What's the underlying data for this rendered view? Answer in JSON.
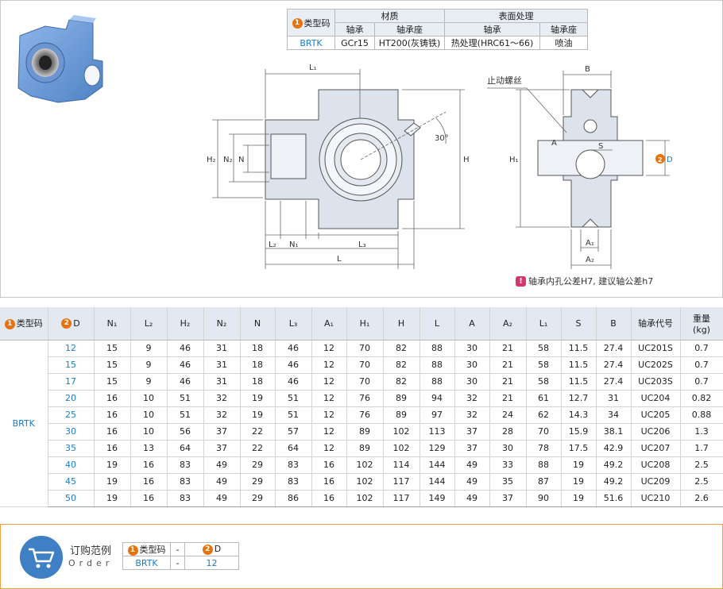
{
  "material_table": {
    "type_code_header": "类型码",
    "material_header": "材质",
    "surface_header": "表面处理",
    "bearing_header": "轴承",
    "housing_header": "轴承座",
    "bearing_header_2": "轴承",
    "housing_header_2": "轴承座",
    "type_code": "BRTK",
    "bearing_material": "GCr15",
    "housing_material": "HT200(灰铸铁)",
    "bearing_surface": "热处理(HRC61～66)",
    "housing_surface": "喷油"
  },
  "badges": {
    "one": "1",
    "two": "2"
  },
  "drawing_labels": {
    "L1": "L₁",
    "H2": "H₂",
    "N2": "N₂",
    "N": "N",
    "H": "H",
    "angle": "30°",
    "L2": "L₂",
    "N1": "N₁",
    "L3": "L₃",
    "L": "L",
    "set_screw": "止动螺丝",
    "B": "B",
    "A": "A",
    "S": "S",
    "H1": "H₁",
    "D": "D",
    "A1": "A₁",
    "A2": "A₂"
  },
  "note": {
    "icon": "!",
    "text": "轴承内孔公差H7, 建议轴公差h7"
  },
  "spec": {
    "headers": [
      "类型码",
      "D",
      "N₁",
      "L₂",
      "H₂",
      "N₂",
      "N",
      "L₃",
      "A₁",
      "H₁",
      "H",
      "L",
      "A",
      "A₂",
      "L₁",
      "S",
      "B",
      "轴承代号",
      "重量\n(kg)"
    ],
    "type_code": "BRTK",
    "rows": [
      [
        "12",
        "15",
        "9",
        "46",
        "31",
        "18",
        "46",
        "12",
        "70",
        "82",
        "88",
        "30",
        "21",
        "58",
        "11.5",
        "27.4",
        "UC201S",
        "0.7"
      ],
      [
        "15",
        "15",
        "9",
        "46",
        "31",
        "18",
        "46",
        "12",
        "70",
        "82",
        "88",
        "30",
        "21",
        "58",
        "11.5",
        "27.4",
        "UC202S",
        "0.7"
      ],
      [
        "17",
        "15",
        "9",
        "46",
        "31",
        "18",
        "46",
        "12",
        "70",
        "82",
        "88",
        "30",
        "21",
        "58",
        "11.5",
        "27.4",
        "UC203S",
        "0.7"
      ],
      [
        "20",
        "16",
        "10",
        "51",
        "32",
        "19",
        "51",
        "12",
        "76",
        "89",
        "94",
        "32",
        "21",
        "61",
        "12.7",
        "31",
        "UC204",
        "0.82"
      ],
      [
        "25",
        "16",
        "10",
        "51",
        "32",
        "19",
        "51",
        "12",
        "76",
        "89",
        "97",
        "32",
        "24",
        "62",
        "14.3",
        "34",
        "UC205",
        "0.88"
      ],
      [
        "30",
        "16",
        "10",
        "56",
        "37",
        "22",
        "57",
        "12",
        "89",
        "102",
        "113",
        "37",
        "28",
        "70",
        "15.9",
        "38.1",
        "UC206",
        "1.3"
      ],
      [
        "35",
        "16",
        "13",
        "64",
        "37",
        "22",
        "64",
        "12",
        "89",
        "102",
        "129",
        "37",
        "30",
        "78",
        "17.5",
        "42.9",
        "UC207",
        "1.7"
      ],
      [
        "40",
        "19",
        "16",
        "83",
        "49",
        "29",
        "83",
        "16",
        "102",
        "114",
        "144",
        "49",
        "33",
        "88",
        "19",
        "49.2",
        "UC208",
        "2.5"
      ],
      [
        "45",
        "19",
        "16",
        "83",
        "49",
        "29",
        "83",
        "16",
        "102",
        "117",
        "144",
        "49",
        "35",
        "87",
        "19",
        "49.2",
        "UC209",
        "2.5"
      ],
      [
        "50",
        "19",
        "16",
        "83",
        "49",
        "29",
        "86",
        "16",
        "102",
        "117",
        "149",
        "49",
        "37",
        "90",
        "19",
        "51.6",
        "UC210",
        "2.6"
      ]
    ]
  },
  "order": {
    "title": "订购范例",
    "subtitle": "Order",
    "type_code_header": "类型码",
    "dash": "-",
    "d_header": "D",
    "type_code": "BRTK",
    "d_value": "12"
  },
  "colors": {
    "accent_blue": "#1a7cc7",
    "badge_orange": "#e8720c",
    "housing_fill": "#dde3ec",
    "header_bg": "#e3e9f1"
  }
}
